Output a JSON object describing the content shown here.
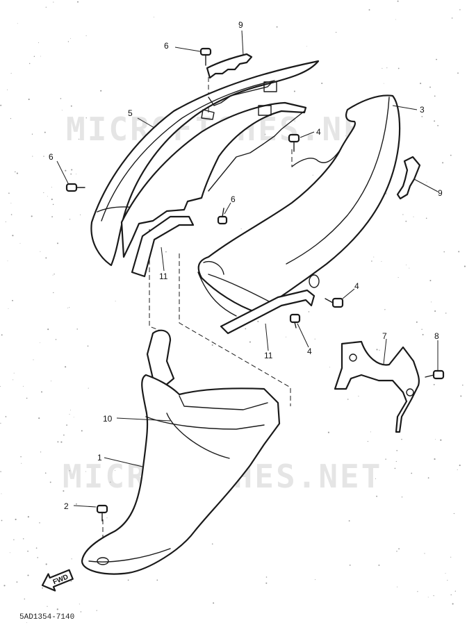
{
  "watermark": {
    "top": "MICROFICHES.NET",
    "bottom": "MICROFICHES.NET"
  },
  "callouts": [
    "9",
    "6",
    "5",
    "3",
    "4",
    "6",
    "9",
    "6",
    "11",
    "4",
    "11",
    "4",
    "7",
    "8",
    "10",
    "1",
    "2"
  ],
  "fwd_label": "FWD",
  "drawing_code": "5AD1354-7140"
}
